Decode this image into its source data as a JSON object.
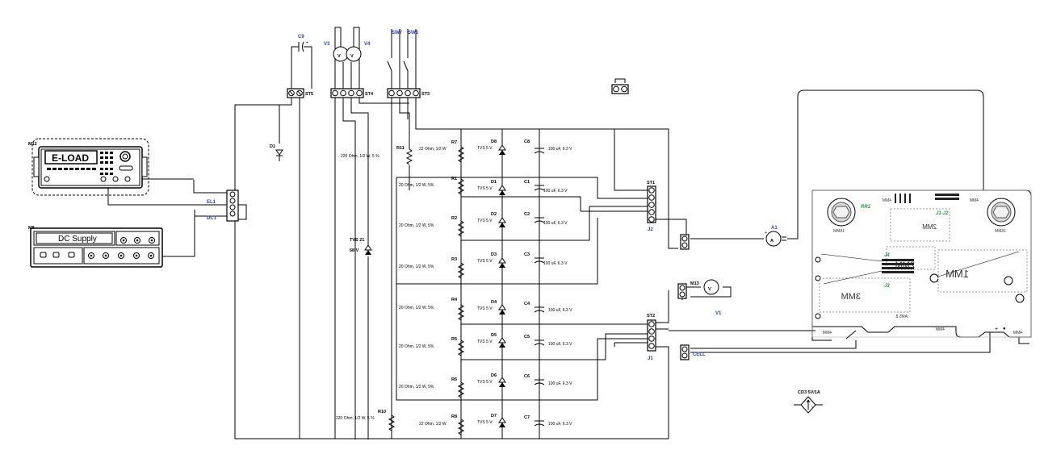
{
  "labels": {
    "c9": "C9",
    "v3": "V3",
    "v4": "V4",
    "sw7": "SW7",
    "sw8": "SW8",
    "st5": "ST5",
    "st4": "ST4",
    "st3": "ST3",
    "m12": "M12",
    "eload": "E-LOAD",
    "el1": "EL1",
    "dc1": "DC1",
    "m8": "M8",
    "dcsupply": "DC Supply",
    "d1": "D1",
    "tvs21": "TVS 21",
    "tvs21_v": "68 V",
    "r11": "R11",
    "r11_val": "220 Ohm, 1/2 W, 5 %",
    "r10": "R10",
    "r10_val": "220 Ohm, 1/2 W, 5 %",
    "r7": "R7",
    "r7_val": "22 Ohm, 1/2 W",
    "r1": "R1",
    "r1_val": "20 Ohm, 1/2 W, 5%",
    "r2": "R2",
    "r2_val": "20 Ohm, 1/2 W, 5%",
    "r3": "R3",
    "r3_val": "20 Ohm, 1/2 W, 5%",
    "r4": "R4",
    "r4_val": "20 Ohm, 1/2 W, 5%",
    "r5": "R5",
    "r5_val": "20 Ohm, 1/2 W, 5%",
    "r6": "R6",
    "r6_val": "20 Ohm, 1/2 W, 5%",
    "r8": "R8",
    "r8_val": "22 Ohm, 1/2 W",
    "d8": "D8",
    "d1b": "D1",
    "d2": "D2",
    "d3": "D3",
    "d4": "D4",
    "d5": "D5",
    "d6": "D6",
    "d7": "D7",
    "tvs": "TVS 5 V",
    "c8": "C8",
    "c1": "C1",
    "c2": "C2",
    "c3": "C3",
    "c4": "C4",
    "c5": "C5",
    "c6": "C6",
    "c7": "C7",
    "cap_val": "100 uF, 6.3 V",
    "st1": "ST1",
    "j2": "J2",
    "st2": "ST2",
    "j1": "J1",
    "a1": "A1",
    "m13": "M13",
    "v1": "V1",
    "cell": "CELL",
    "cd3": "CD3 5V/1A",
    "rr1": "RR1",
    "j1j2": "J1-J2",
    "j4": "J4",
    "j3": "J3",
    "volt": "V",
    "amp": "A"
  }
}
